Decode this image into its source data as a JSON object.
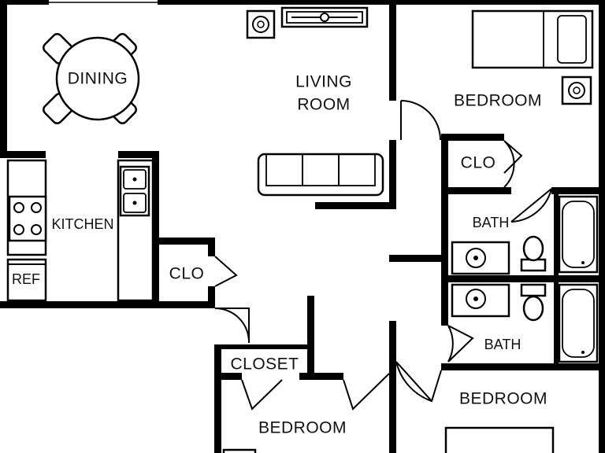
{
  "labels": {
    "dining": "DINING",
    "living_line1": "LIVING",
    "living_line2": "ROOM",
    "bedroom_top_right": "BEDROOM",
    "clo_right": "CLO",
    "bath_upper": "BATH",
    "bath_lower": "BATH",
    "kitchen": "KITCHEN",
    "ref": "REF",
    "clo_center": "CLO",
    "closet": "CLOSET",
    "bedroom_bottom_center": "BEDROOM",
    "bedroom_bottom_right": "BEDROOM"
  },
  "colors": {
    "wall": "#000000",
    "background": "#ffffff"
  }
}
